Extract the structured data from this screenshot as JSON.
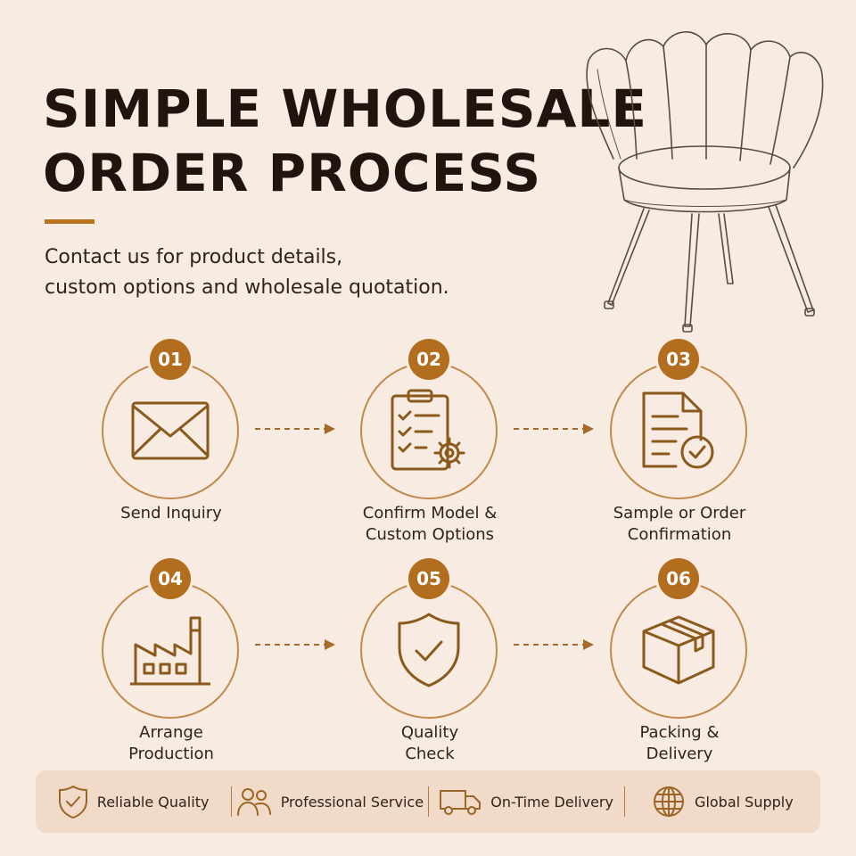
{
  "header": {
    "title_line1": "SIMPLE WHOLESALE",
    "title_line2": "ORDER PROCESS",
    "subtitle_line1": "Contact us for product details,",
    "subtitle_line2": "custom options and wholesale quotation."
  },
  "steps": [
    {
      "number": "01",
      "line1": "Send Inquiry",
      "line2": "",
      "icon": "envelope-icon"
    },
    {
      "number": "02",
      "line1": "Confirm Model &",
      "line2": "Custom Options",
      "icon": "clipboard-gear-icon"
    },
    {
      "number": "03",
      "line1": "Sample or Order",
      "line2": "Confirmation",
      "icon": "document-check-icon"
    },
    {
      "number": "04",
      "line1": "Arrange",
      "line2": "Production",
      "icon": "factory-icon"
    },
    {
      "number": "05",
      "line1": "Quality",
      "line2": "Check",
      "icon": "shield-check-icon"
    },
    {
      "number": "06",
      "line1": "Packing &",
      "line2": "Delivery",
      "icon": "box-icon"
    }
  ],
  "footer": {
    "items": [
      {
        "label": "Reliable Quality",
        "icon": "shield-check-icon"
      },
      {
        "label": "Professional Service",
        "icon": "people-icon"
      },
      {
        "label": "On-Time Delivery",
        "icon": "truck-icon"
      },
      {
        "label": "Global Supply",
        "icon": "globe-icon"
      }
    ]
  },
  "colors": {
    "accent": "#b26d1f",
    "background": "#f8ebe2",
    "footer_bg": "#f1dac8",
    "text": "#1f150e"
  }
}
